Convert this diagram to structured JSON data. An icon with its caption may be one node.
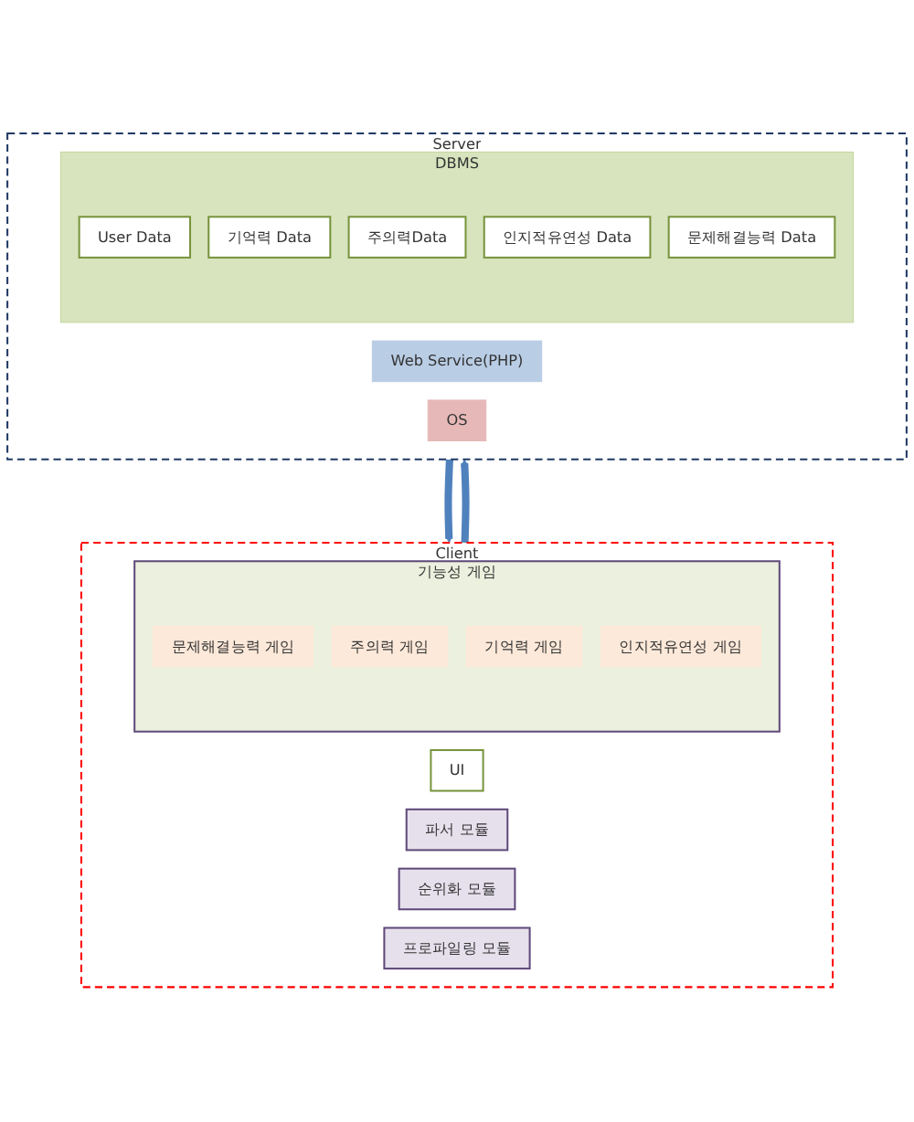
{
  "diagram": {
    "nodes": [
      {
        "text": [
          "Client"
        ]
      },
      {
        "text": [
          "UI"
        ],
        "in": 0
      },
      {
        "text": [
          "기능성 게임"
        ],
        "in": 0
      },
      {
        "text": [
          "문제해결능력 게임"
        ],
        "in": 2
      },
      {
        "text": [
          "주의력 게임"
        ],
        "in": 2
      },
      {
        "text": [
          "기억력 게임"
        ],
        "in": 2
      },
      {
        "text": [
          "인지적유연성 게임"
        ],
        "in": 2
      },
      {
        "text": [
          "파서 모듈"
        ],
        "in": 0
      },
      {
        "text": [
          "순위화 모듈"
        ],
        "in": 0
      },
      {
        "text": [
          "프로파일링 모듈"
        ],
        "in": 0
      },
      {
        "text": [
          "Server"
        ]
      },
      {
        "text": [
          "Web Service(PHP)"
        ],
        "in": 10
      },
      {
        "text": [
          "DBMS"
        ],
        "in": 10
      },
      {
        "text": [
          "User Data"
        ],
        "in": 12
      },
      {
        "text": [
          "기억력 Data"
        ],
        "in": 12
      },
      {
        "text": [
          "주의력Data"
        ],
        "in": 12
      },
      {
        "text": [
          "인지적유연성 Data"
        ],
        "in": 12
      },
      {
        "text": [
          "문제해결능력 Data"
        ],
        "in": 12
      },
      {
        "text": [
          "OS"
        ],
        "in": 10
      }
    ],
    "edges": [
      {
        "from": 10,
        "to": 0,
        "arrow": "to",
        "color": "#4f81bd"
      },
      {
        "from": 0,
        "to": 10,
        "arrow": "to",
        "color": "#4f81bd"
      }
    ]
  }
}
